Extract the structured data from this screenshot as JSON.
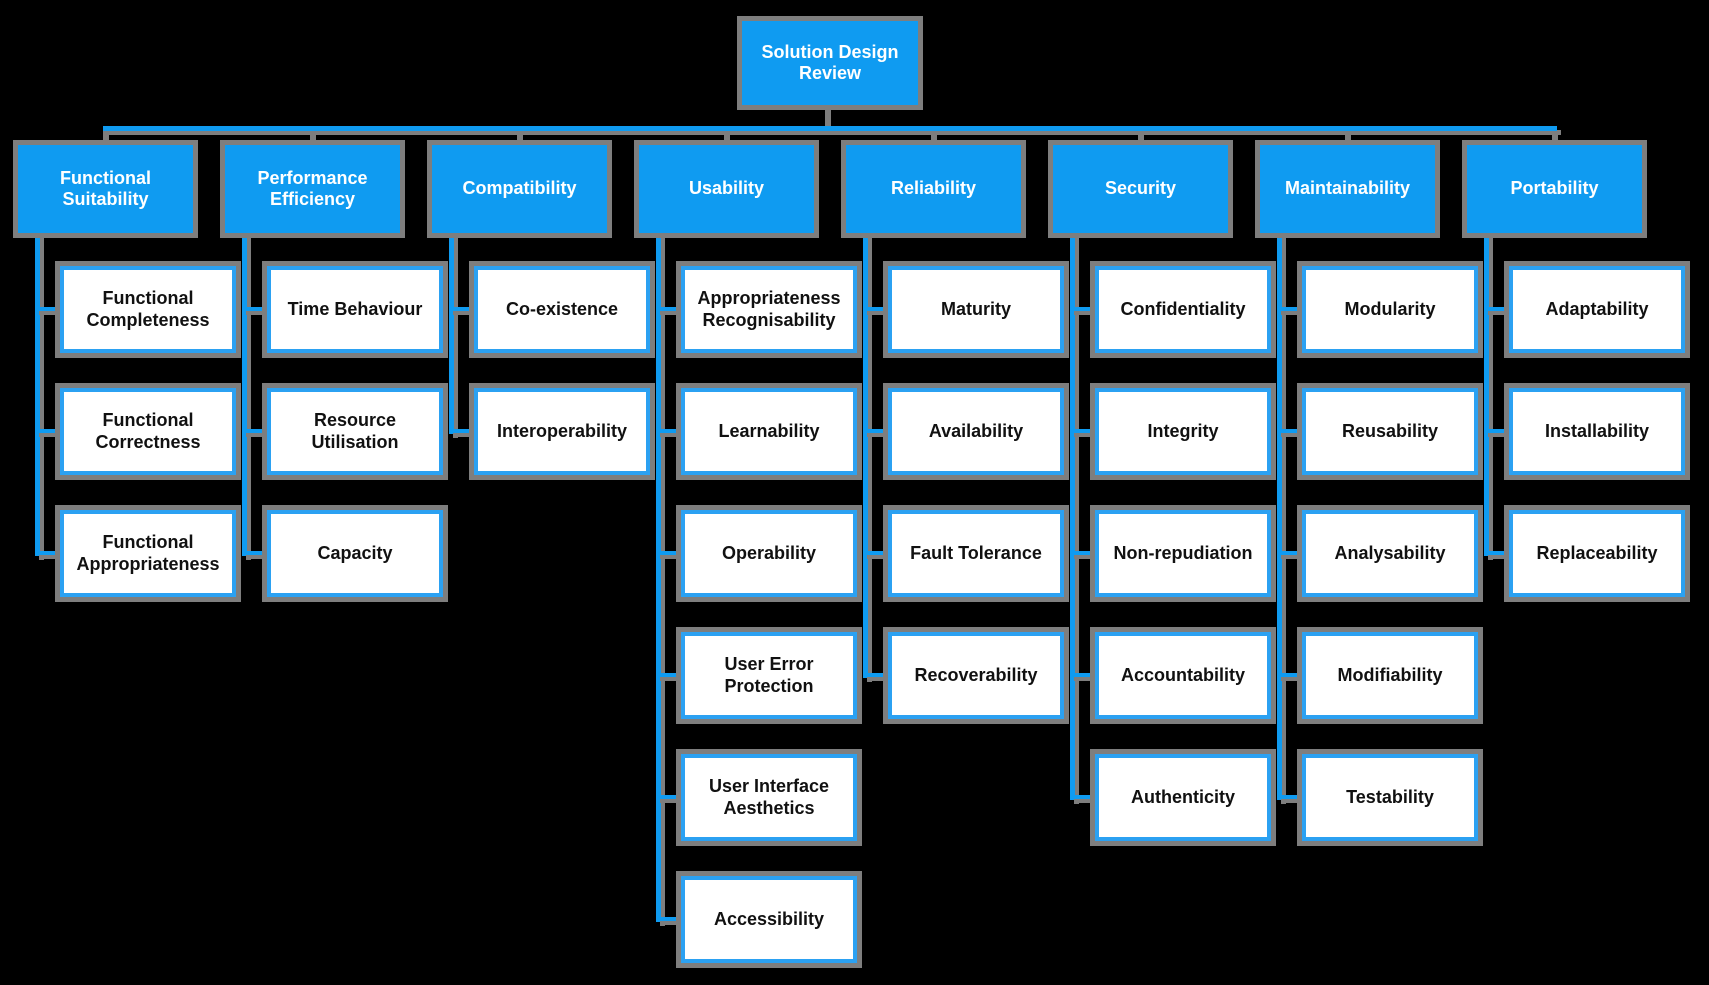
{
  "root": {
    "label": "Solution Design Review"
  },
  "categories": [
    {
      "label": "Functional Suitability",
      "children": [
        "Functional Completeness",
        "Functional Correctness",
        "Functional Appropriateness"
      ]
    },
    {
      "label": "Performance Efficiency",
      "children": [
        "Time Behaviour",
        "Resource Utilisation",
        "Capacity"
      ]
    },
    {
      "label": "Compatibility",
      "children": [
        "Co-existence",
        "Interoperability"
      ]
    },
    {
      "label": "Usability",
      "children": [
        "Appropriateness Recognisability",
        "Learnability",
        "Operability",
        "User Error Protection",
        "User Interface Aesthetics",
        "Accessibility"
      ]
    },
    {
      "label": "Reliability",
      "children": [
        "Maturity",
        "Availability",
        "Fault Tolerance",
        "Recoverability"
      ]
    },
    {
      "label": "Security",
      "children": [
        "Confidentiality",
        "Integrity",
        "Non-repudiation",
        "Accountability",
        "Authenticity"
      ]
    },
    {
      "label": "Maintainability",
      "children": [
        "Modularity",
        "Reusability",
        "Analysability",
        "Modifiability",
        "Testability"
      ]
    },
    {
      "label": "Portability",
      "children": [
        "Adaptability",
        "Installability",
        "Replaceability"
      ]
    }
  ],
  "colors": {
    "background": "#000000",
    "node_blue": "#0F9BF1",
    "child_border_blue": "#2BA1F2",
    "shadow_gray": "#7E7E7E",
    "box_white": "#FFFFFF",
    "text_on_blue": "#FFFFFF",
    "text_on_white": "#111111"
  }
}
